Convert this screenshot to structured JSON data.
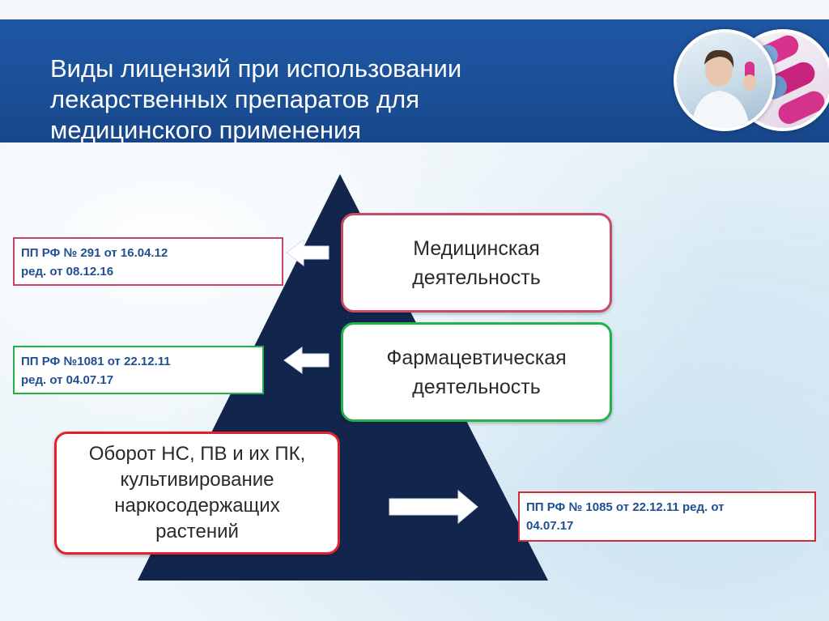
{
  "slide": {
    "title_lines": [
      "Виды лицензий при использовании",
      "лекарственных препаратов для",
      "медицинского применения"
    ]
  },
  "colors": {
    "header": "#1b4f97",
    "pyramid": "#12264d",
    "medical_border": "#c94a68",
    "pharma_border": "#22b24c",
    "narcotic_border": "#e0212e",
    "ref_text": "#1f4f91"
  },
  "levels": {
    "medical": {
      "line1": "Медицинская",
      "line2": "деятельность"
    },
    "pharmaceutical": {
      "line1": "Фармацевтическая",
      "line2": "деятельность"
    },
    "narcotic": {
      "line1": "Оборот НС, ПВ и их ПК,",
      "line2": "культивирование",
      "line3": "наркосодержащих",
      "line4": "растений"
    }
  },
  "references": {
    "medical": {
      "line1": "ПП РФ № 291 от 16.04.12",
      "line2": "ред. от 08.12.16"
    },
    "pharmaceutical": {
      "line1": "ПП РФ №1081 от 22.12.11",
      "line2": "ред. от 04.07.17"
    },
    "narcotic": {
      "line1": "ПП РФ № 1085 от 22.12.11 ред. от",
      "line2": "04.07.17"
    }
  }
}
